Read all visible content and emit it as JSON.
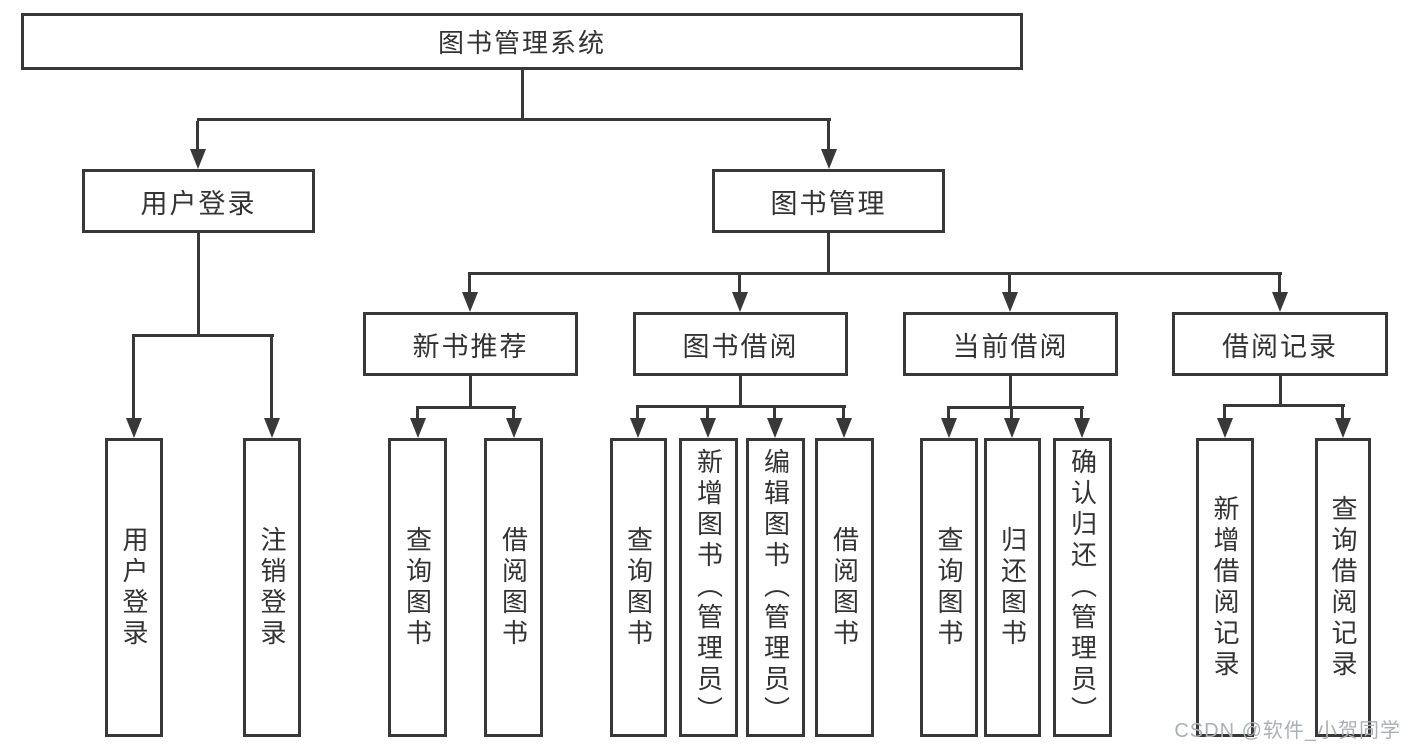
{
  "diagram": {
    "title": "图书管理系统",
    "root": {
      "label": "图书管理系统"
    },
    "level2": {
      "user_login": {
        "label": "用户登录"
      },
      "book_mgmt": {
        "label": "图书管理"
      }
    },
    "level3": [
      {
        "label": "新书推荐"
      },
      {
        "label": "图书借阅"
      },
      {
        "label": "当前借阅"
      },
      {
        "label": "借阅记录"
      }
    ],
    "leaves": {
      "user_login": [
        "用户登录",
        "注销登录"
      ],
      "new_book": [
        "查询图书",
        "借阅图书"
      ],
      "book_borrow": [
        "查询图书",
        "新增图书（管理员）",
        "编辑图书（管理员）",
        "借阅图书"
      ],
      "current_borrow": [
        "查询图书",
        "归还图书",
        "确认归还（管理员）"
      ],
      "borrow_records": [
        "新增借阅记录",
        "查询借阅记录"
      ]
    }
  },
  "watermark": "CSDN @软件_小贺同学",
  "colors": {
    "line": "#383838",
    "text": "#333333",
    "wm": "#aab0b5",
    "bg": "#ffffff"
  }
}
